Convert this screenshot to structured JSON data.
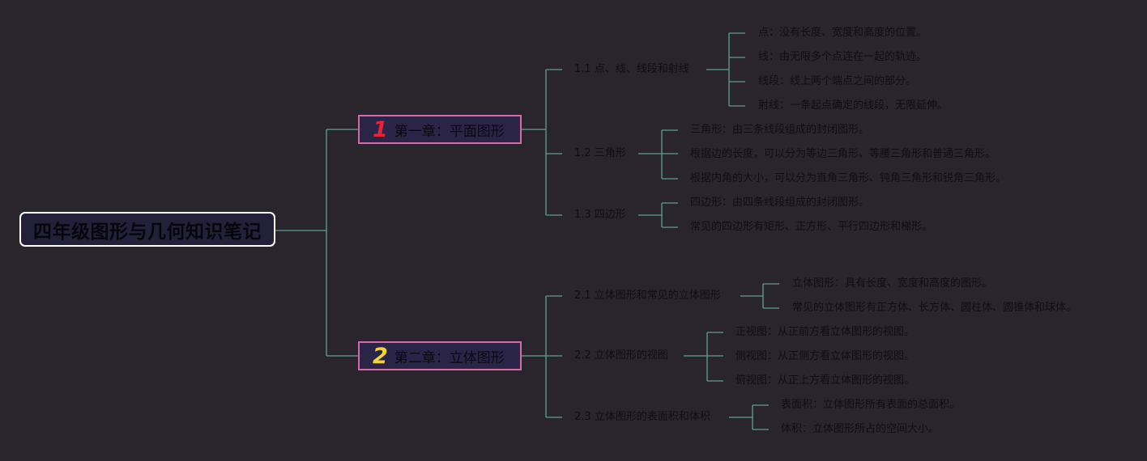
{
  "root": {
    "title": "四年级图形与几何知识笔记"
  },
  "colors": {
    "background": "#2a252c",
    "connector": "#5f9e95",
    "chapter_border": "#d56aa6",
    "root_border": "#ffffff",
    "chapter1_number": "#e8223a",
    "chapter2_number": "#f3d23c"
  },
  "chapters": [
    {
      "number": "1",
      "title": "第一章：平面图形",
      "sections": [
        {
          "title": "1.1 点、线、线段和射线",
          "items": [
            "点：没有长度、宽度和高度的位置。",
            "线：由无限多个点连在一起的轨迹。",
            "线段：线上两个端点之间的部分。",
            "射线：一条起点确定的线段，无限延伸。"
          ]
        },
        {
          "title": "1.2 三角形",
          "items": [
            "三角形：由三条线段组成的封闭图形。",
            "根据边的长度，可以分为等边三角形、等腰三角形和普通三角形。",
            "根据内角的大小，可以分为直角三角形、钝角三角形和锐角三角形。"
          ]
        },
        {
          "title": "1.3 四边形",
          "items": [
            "四边形：由四条线段组成的封闭图形。",
            "常见的四边形有矩形、正方形、平行四边形和梯形。"
          ]
        }
      ]
    },
    {
      "number": "2",
      "title": "第二章：立体图形",
      "sections": [
        {
          "title": "2.1 立体图形和常见的立体图形",
          "items": [
            "立体图形：具有长度、宽度和高度的图形。",
            "常见的立体图形有正方体、长方体、圆柱体、圆锥体和球体。"
          ]
        },
        {
          "title": "2.2 立体图形的视图",
          "items": [
            "正视图：从正前方看立体图形的视图。",
            "侧视图：从正侧方看立体图形的视图。",
            "俯视图：从正上方看立体图形的视图。"
          ]
        },
        {
          "title": "2.3 立体图形的表面积和体积",
          "items": [
            "表面积：立体图形所有表面的总面积。",
            "体积：立体图形所占的空间大小。"
          ]
        }
      ]
    }
  ]
}
